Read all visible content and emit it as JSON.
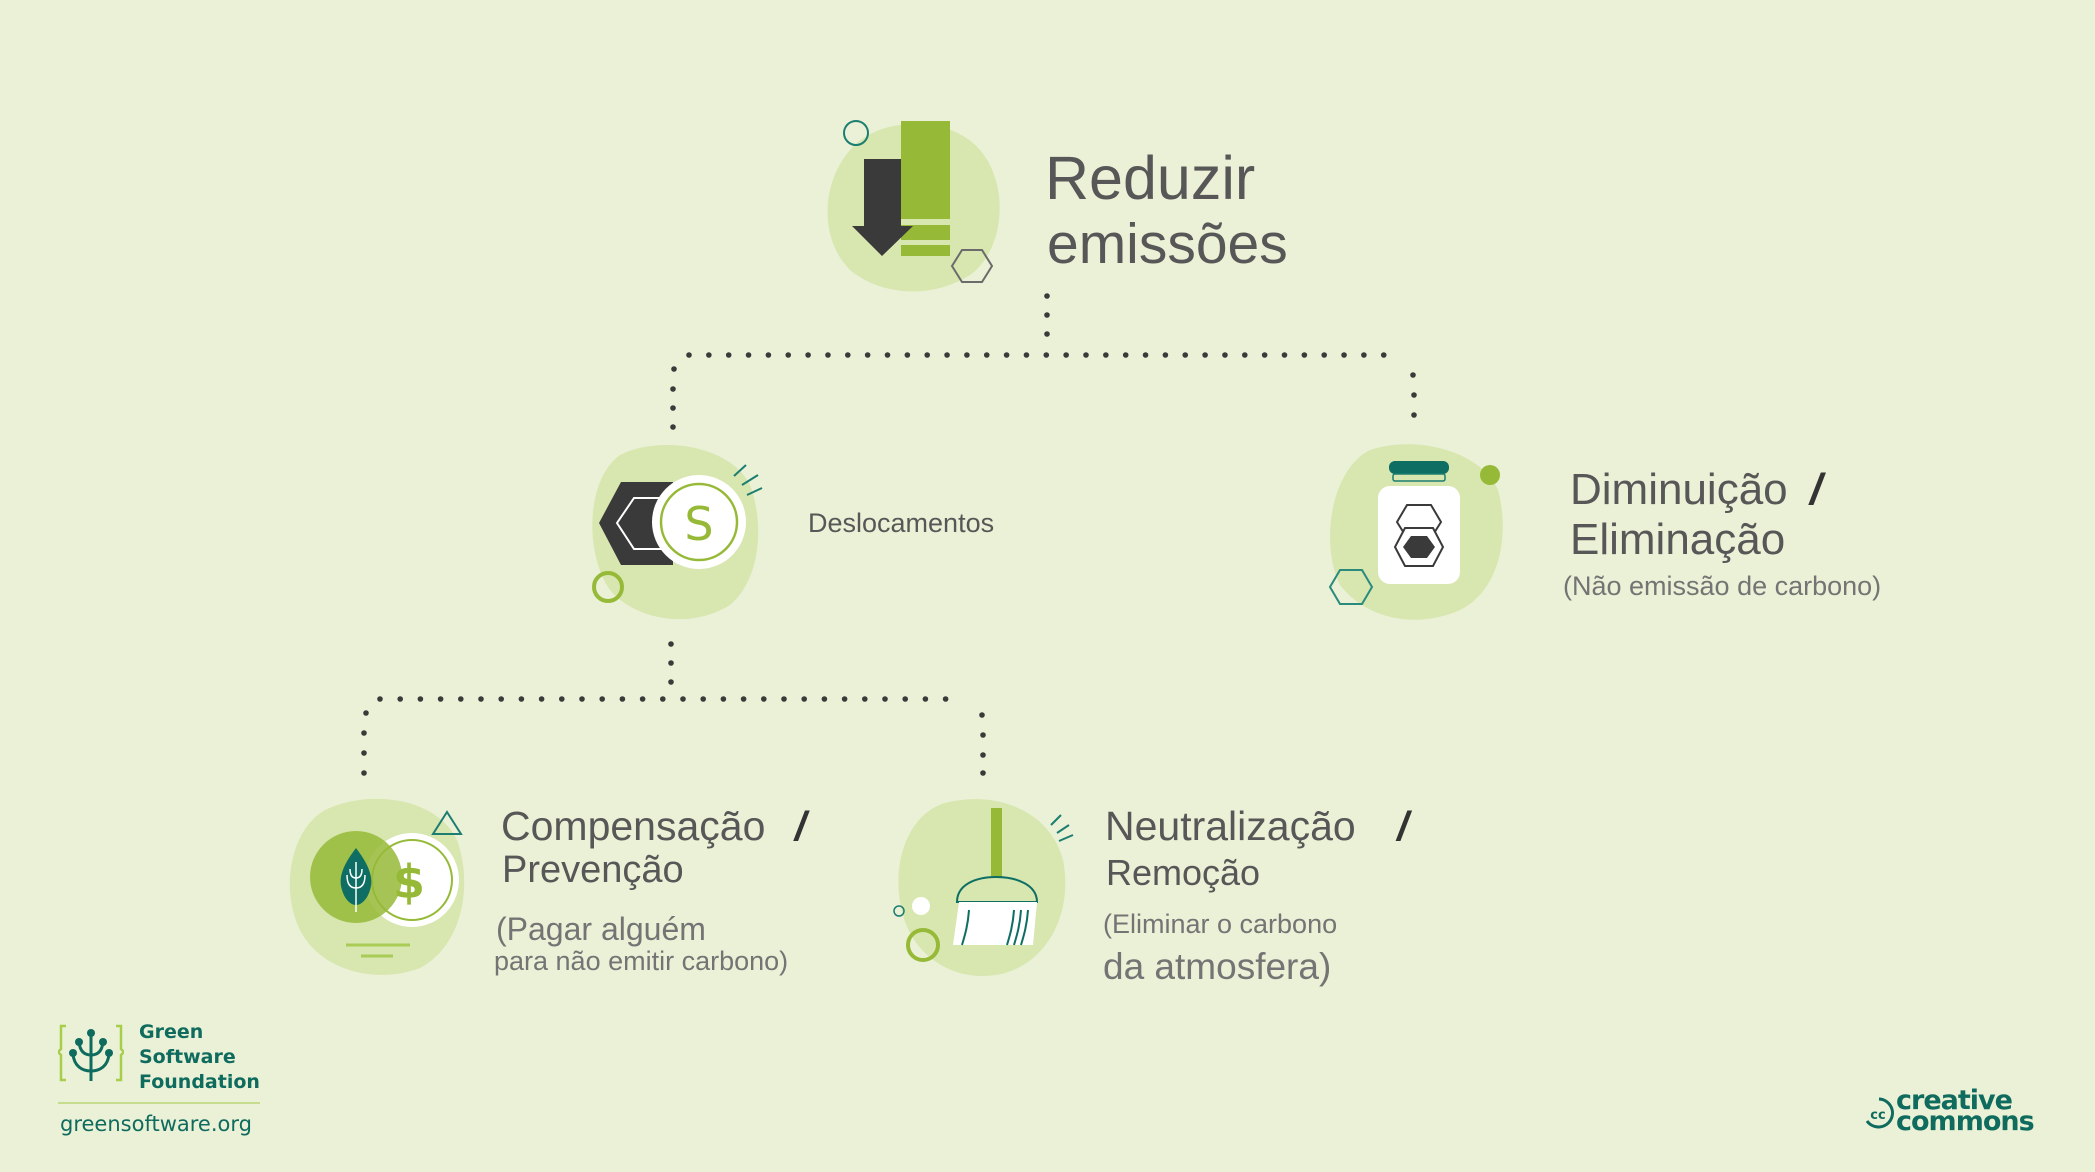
{
  "colors": {
    "background": "#EAF1D6",
    "blob": "#D8E6B0",
    "lime": "#96BA37",
    "light_lime": "#A9CC56",
    "teal": "#0E6E63",
    "dark": "#3A3A3A",
    "title_text": "#575757",
    "sub_text": "#747474",
    "dots": "#3A3A3A"
  },
  "root": {
    "title_line1": "Reduzir",
    "title_line2": "emissões",
    "icon": "arrow-down-bars-icon"
  },
  "level1": [
    {
      "id": "deslocamentos",
      "label": "Deslocamentos",
      "icon": "hexagon-coin-icon"
    },
    {
      "id": "diminuicao",
      "title_line1": "Diminuição",
      "slash": "/",
      "title_line2": "Eliminação",
      "subtitle": "(Não emissão de carbono)",
      "icon": "jar-hexagon-icon"
    }
  ],
  "level2": [
    {
      "id": "compensacao",
      "title_line1": "Compensação",
      "slash": "/",
      "title_line2": "Prevenção",
      "subtitle_line1": "(Pagar alguém",
      "subtitle_line2": "para não emitir carbono)",
      "icon": "leaf-coin-icon"
    },
    {
      "id": "neutralizacao",
      "title_line1": "Neutralização",
      "slash": "/",
      "title_line2": "Remoção",
      "subtitle_line1": "(Eliminar o carbono",
      "subtitle_line2": "da atmosfera)",
      "icon": "broom-icon"
    }
  ],
  "footer": {
    "gsf_line1": "Green",
    "gsf_line2": "Software",
    "gsf_line3": "Foundation",
    "gsf_url": "greensoftware.org",
    "cc_line1": "creative",
    "cc_line2": "commons",
    "cc_badge": "cc"
  }
}
